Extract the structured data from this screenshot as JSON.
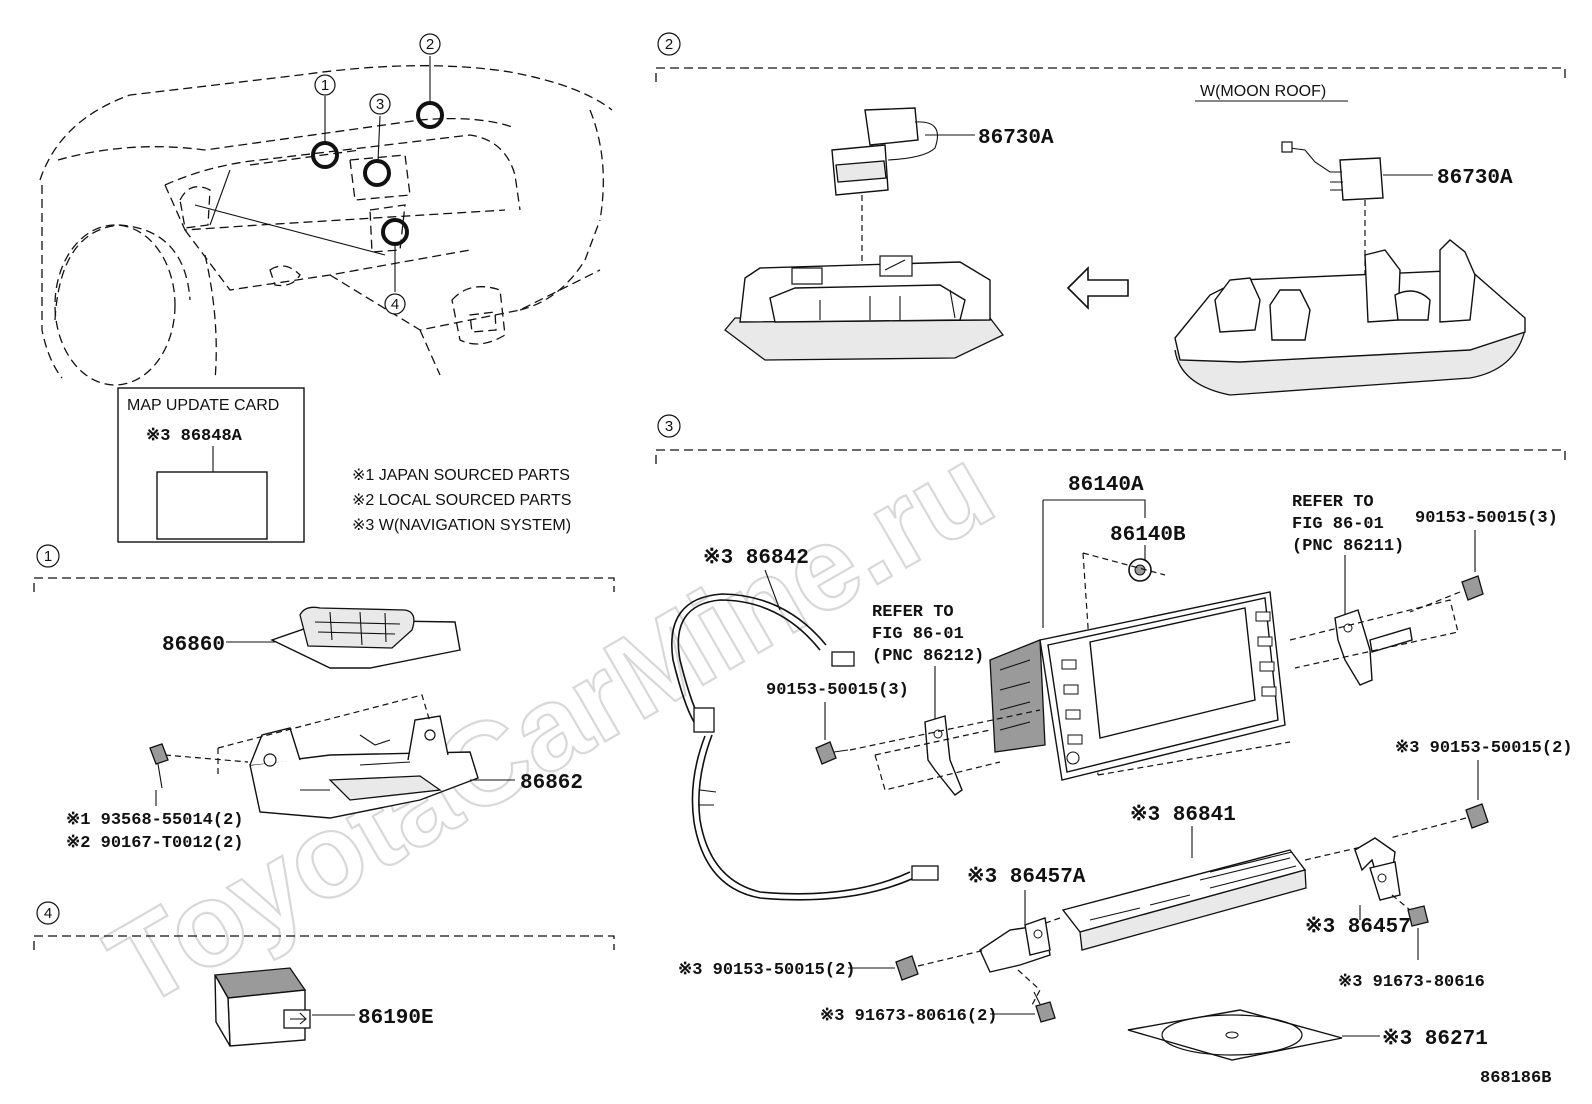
{
  "watermark": "ToyotaCarMine.ru",
  "figure_code": "868186B",
  "notes": [
    "※1 JAPAN SOURCED PARTS",
    "※2 LOCAL SOURCED PARTS",
    "※3 W(NAVIGATION SYSTEM)"
  ],
  "callouts": [
    "1",
    "2",
    "3",
    "4"
  ],
  "map_card": {
    "title": "MAP UPDATE CARD",
    "part": "※3 86848A"
  },
  "section1": {
    "callout": "1",
    "parts": {
      "p86860": "86860",
      "p86862": "86862",
      "bolt1": "※1 93568-55014(2)",
      "bolt2": "※2 90167-T0012(2)"
    }
  },
  "section2": {
    "callout": "2",
    "variant": "W(MOON ROOF)",
    "part_left": "86730A",
    "part_right": "86730A"
  },
  "section3": {
    "callout": "3",
    "parts": {
      "p86140A": "86140A",
      "p86140B": "86140B",
      "p86842": "※3 86842",
      "ref_left": [
        "REFER TO",
        "FIG 86-01",
        "(PNC 86212)"
      ],
      "ref_right": [
        "REFER TO",
        "FIG 86-01",
        "(PNC 86211)"
      ],
      "bolt_left": "90153-50015(3)",
      "bolt_right": "90153-50015(3)",
      "bolt_right2": "※3 90153-50015(2)",
      "p86841": "※3 86841",
      "p86457A": "※3 86457A",
      "p86457": "※3 86457",
      "bolt_low_left": "※3 90153-50015(2)",
      "screw_low": "※3 91673-80616(2)",
      "screw_right": "※3 91673-80616",
      "p86271": "※3 86271"
    }
  },
  "section4": {
    "callout": "4",
    "part": "86190E"
  }
}
